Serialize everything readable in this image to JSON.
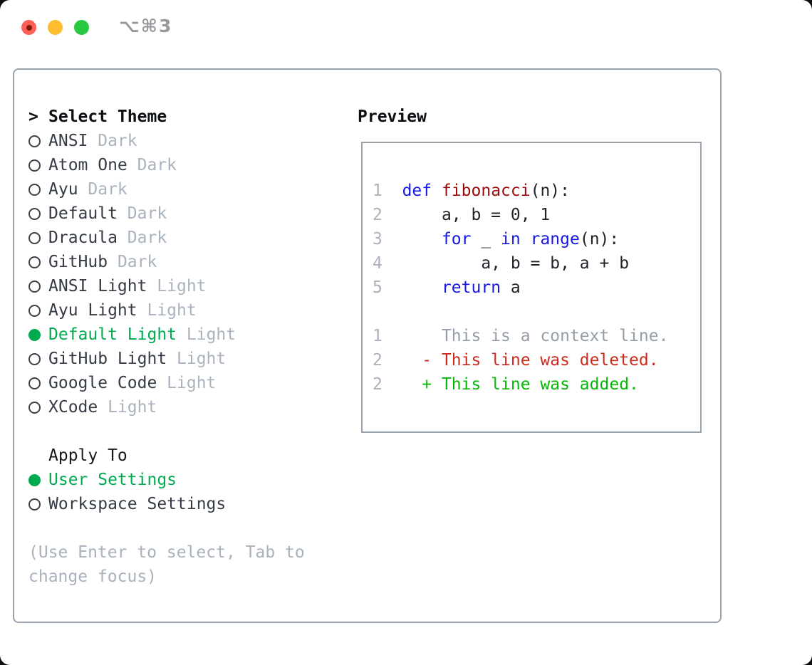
{
  "window": {
    "title": "⌥⌘3"
  },
  "theme_picker": {
    "focus_marker": ">",
    "title": "Select Theme",
    "items": [
      {
        "name": "ANSI",
        "variant": "Dark",
        "selected": false
      },
      {
        "name": "Atom One",
        "variant": "Dark",
        "selected": false
      },
      {
        "name": "Ayu",
        "variant": "Dark",
        "selected": false
      },
      {
        "name": "Default",
        "variant": "Dark",
        "selected": false
      },
      {
        "name": "Dracula",
        "variant": "Dark",
        "selected": false
      },
      {
        "name": "GitHub",
        "variant": "Dark",
        "selected": false
      },
      {
        "name": "ANSI Light",
        "variant": "Light",
        "selected": false
      },
      {
        "name": "Ayu Light",
        "variant": "Light",
        "selected": false
      },
      {
        "name": "Default Light",
        "variant": "Light",
        "selected": true
      },
      {
        "name": "GitHub Light",
        "variant": "Light",
        "selected": false
      },
      {
        "name": "Google Code",
        "variant": "Light",
        "selected": false
      },
      {
        "name": "XCode",
        "variant": "Light",
        "selected": false
      }
    ]
  },
  "apply_to": {
    "title": "Apply To",
    "options": [
      {
        "label": "User Settings",
        "selected": true
      },
      {
        "label": "Workspace Settings",
        "selected": false
      }
    ]
  },
  "help_text": "(Use Enter to select, Tab to change focus)",
  "preview": {
    "title": "Preview",
    "lines": [
      {
        "num": "1",
        "tokens": [
          [
            "pl",
            "  "
          ],
          [
            "kw",
            "def"
          ],
          [
            "pl",
            " "
          ],
          [
            "fn",
            "fibonacci"
          ],
          [
            "pl",
            "(n):"
          ]
        ]
      },
      {
        "num": "2",
        "tokens": [
          [
            "pl",
            "      a, b = 0, 1"
          ]
        ]
      },
      {
        "num": "3",
        "tokens": [
          [
            "pl",
            "      "
          ],
          [
            "kw",
            "for"
          ],
          [
            "pl",
            " _ "
          ],
          [
            "kw",
            "in"
          ],
          [
            "pl",
            " "
          ],
          [
            "kw",
            "range"
          ],
          [
            "pl",
            "(n):"
          ]
        ]
      },
      {
        "num": "4",
        "tokens": [
          [
            "pl",
            "          a, b = b, a + b"
          ]
        ]
      },
      {
        "num": "5",
        "tokens": [
          [
            "pl",
            "      "
          ],
          [
            "kw",
            "return"
          ],
          [
            "pl",
            " a"
          ]
        ]
      },
      {
        "blank": true
      },
      {
        "num": "1",
        "tokens": [
          [
            "ctx",
            "      This is a context line."
          ]
        ]
      },
      {
        "num": "2",
        "tokens": [
          [
            "del",
            "    - This line was deleted."
          ]
        ]
      },
      {
        "num": "2",
        "tokens": [
          [
            "add",
            "    + This line was added."
          ]
        ]
      }
    ]
  },
  "colors": {
    "selection_green": "#00ab4e",
    "keyword_blue": "#1717e3",
    "function_red": "#9e0a0a",
    "diff_deleted_red": "#cd2a1e",
    "diff_added_green": "#06b806",
    "muted_gray": "#a9b2bd",
    "panel_border": "#9aa2ad",
    "traffic_red": "#ff5f57",
    "traffic_yellow": "#febc2e",
    "traffic_green": "#28c840"
  }
}
